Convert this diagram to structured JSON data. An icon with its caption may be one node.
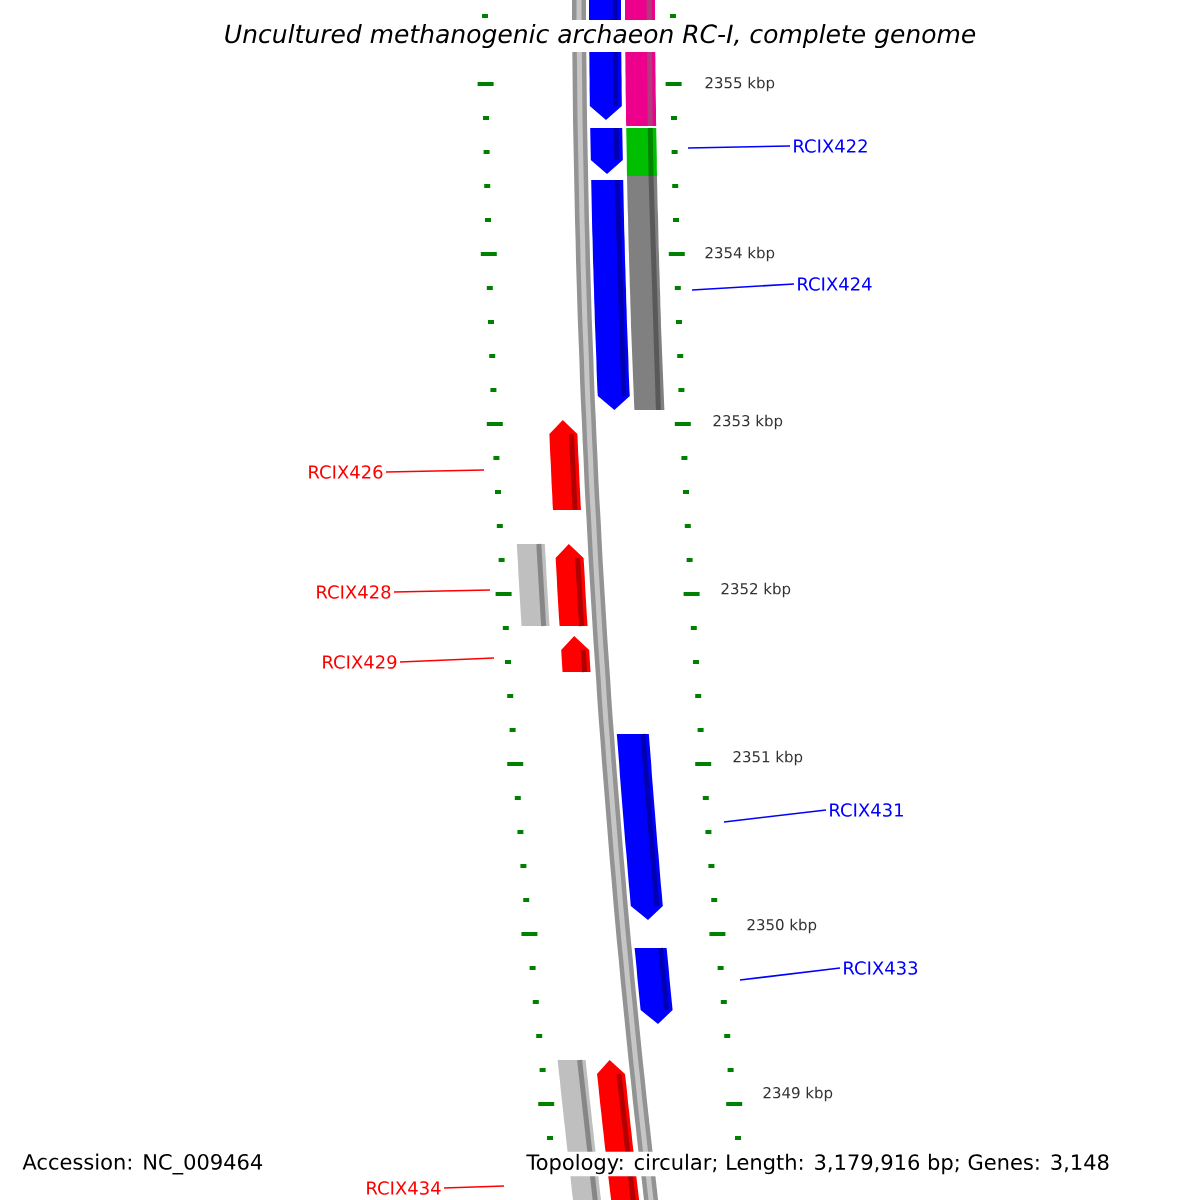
{
  "diagram": {
    "title": "Uncultured methanogenic archaeon RC-I, complete genome",
    "nodes": [
      {
        "text": [
          "RCIX422"
        ]
      },
      {
        "text": [
          "RCIX424"
        ]
      },
      {
        "text": [
          "RCIX426"
        ]
      },
      {
        "text": [
          "RCIX428"
        ]
      },
      {
        "text": [
          "RCIX429"
        ]
      },
      {
        "text": [
          "RCIX431"
        ]
      },
      {
        "text": [
          "RCIX433"
        ]
      },
      {
        "text": [
          "RCIX434"
        ]
      }
    ],
    "edges": [
      {
        "from": 0,
        "to": null,
        "arrow": "none",
        "color": "#0000ff"
      },
      {
        "from": 1,
        "to": null,
        "arrow": "none",
        "color": "#0000ff"
      },
      {
        "from": 2,
        "to": null,
        "arrow": "none",
        "color": "#ff0000"
      },
      {
        "from": 3,
        "to": null,
        "arrow": "none",
        "color": "#ff0000"
      },
      {
        "from": 4,
        "to": null,
        "arrow": "none",
        "color": "#ff0000"
      },
      {
        "from": 5,
        "to": null,
        "arrow": "none",
        "color": "#0000ff"
      },
      {
        "from": 6,
        "to": null,
        "arrow": "none",
        "color": "#0000ff"
      },
      {
        "from": 7,
        "to": null,
        "arrow": "none",
        "color": "#ff0000"
      }
    ],
    "labels": [
      "2355 kbp",
      "2354 kbp",
      "2353 kbp",
      "2352 kbp",
      "2351 kbp",
      "2350 kbp",
      "2349 kbp",
      "Accession: NC_009464",
      "Topology: circular; Length: 3,179,916 bp; Genes: 3,148"
    ]
  }
}
